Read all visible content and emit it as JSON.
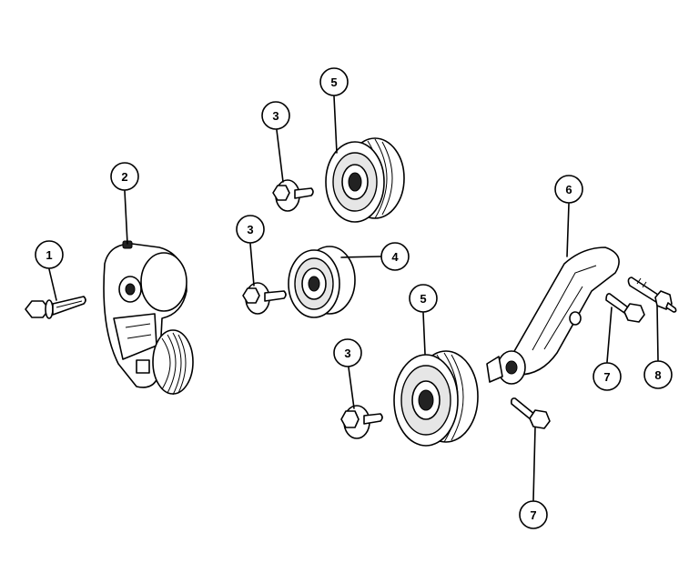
{
  "diagram": {
    "callouts": [
      {
        "id": "c1",
        "label": "1"
      },
      {
        "id": "c2",
        "label": "2"
      },
      {
        "id": "c3a",
        "label": "3"
      },
      {
        "id": "c3b",
        "label": "3"
      },
      {
        "id": "c3c",
        "label": "3"
      },
      {
        "id": "c4",
        "label": "4"
      },
      {
        "id": "c5a",
        "label": "5"
      },
      {
        "id": "c5b",
        "label": "5"
      },
      {
        "id": "c6",
        "label": "6"
      },
      {
        "id": "c7a",
        "label": "7"
      },
      {
        "id": "c7b",
        "label": "7"
      },
      {
        "id": "c8",
        "label": "8"
      }
    ],
    "line_color": "#000000",
    "background": "#ffffff"
  }
}
